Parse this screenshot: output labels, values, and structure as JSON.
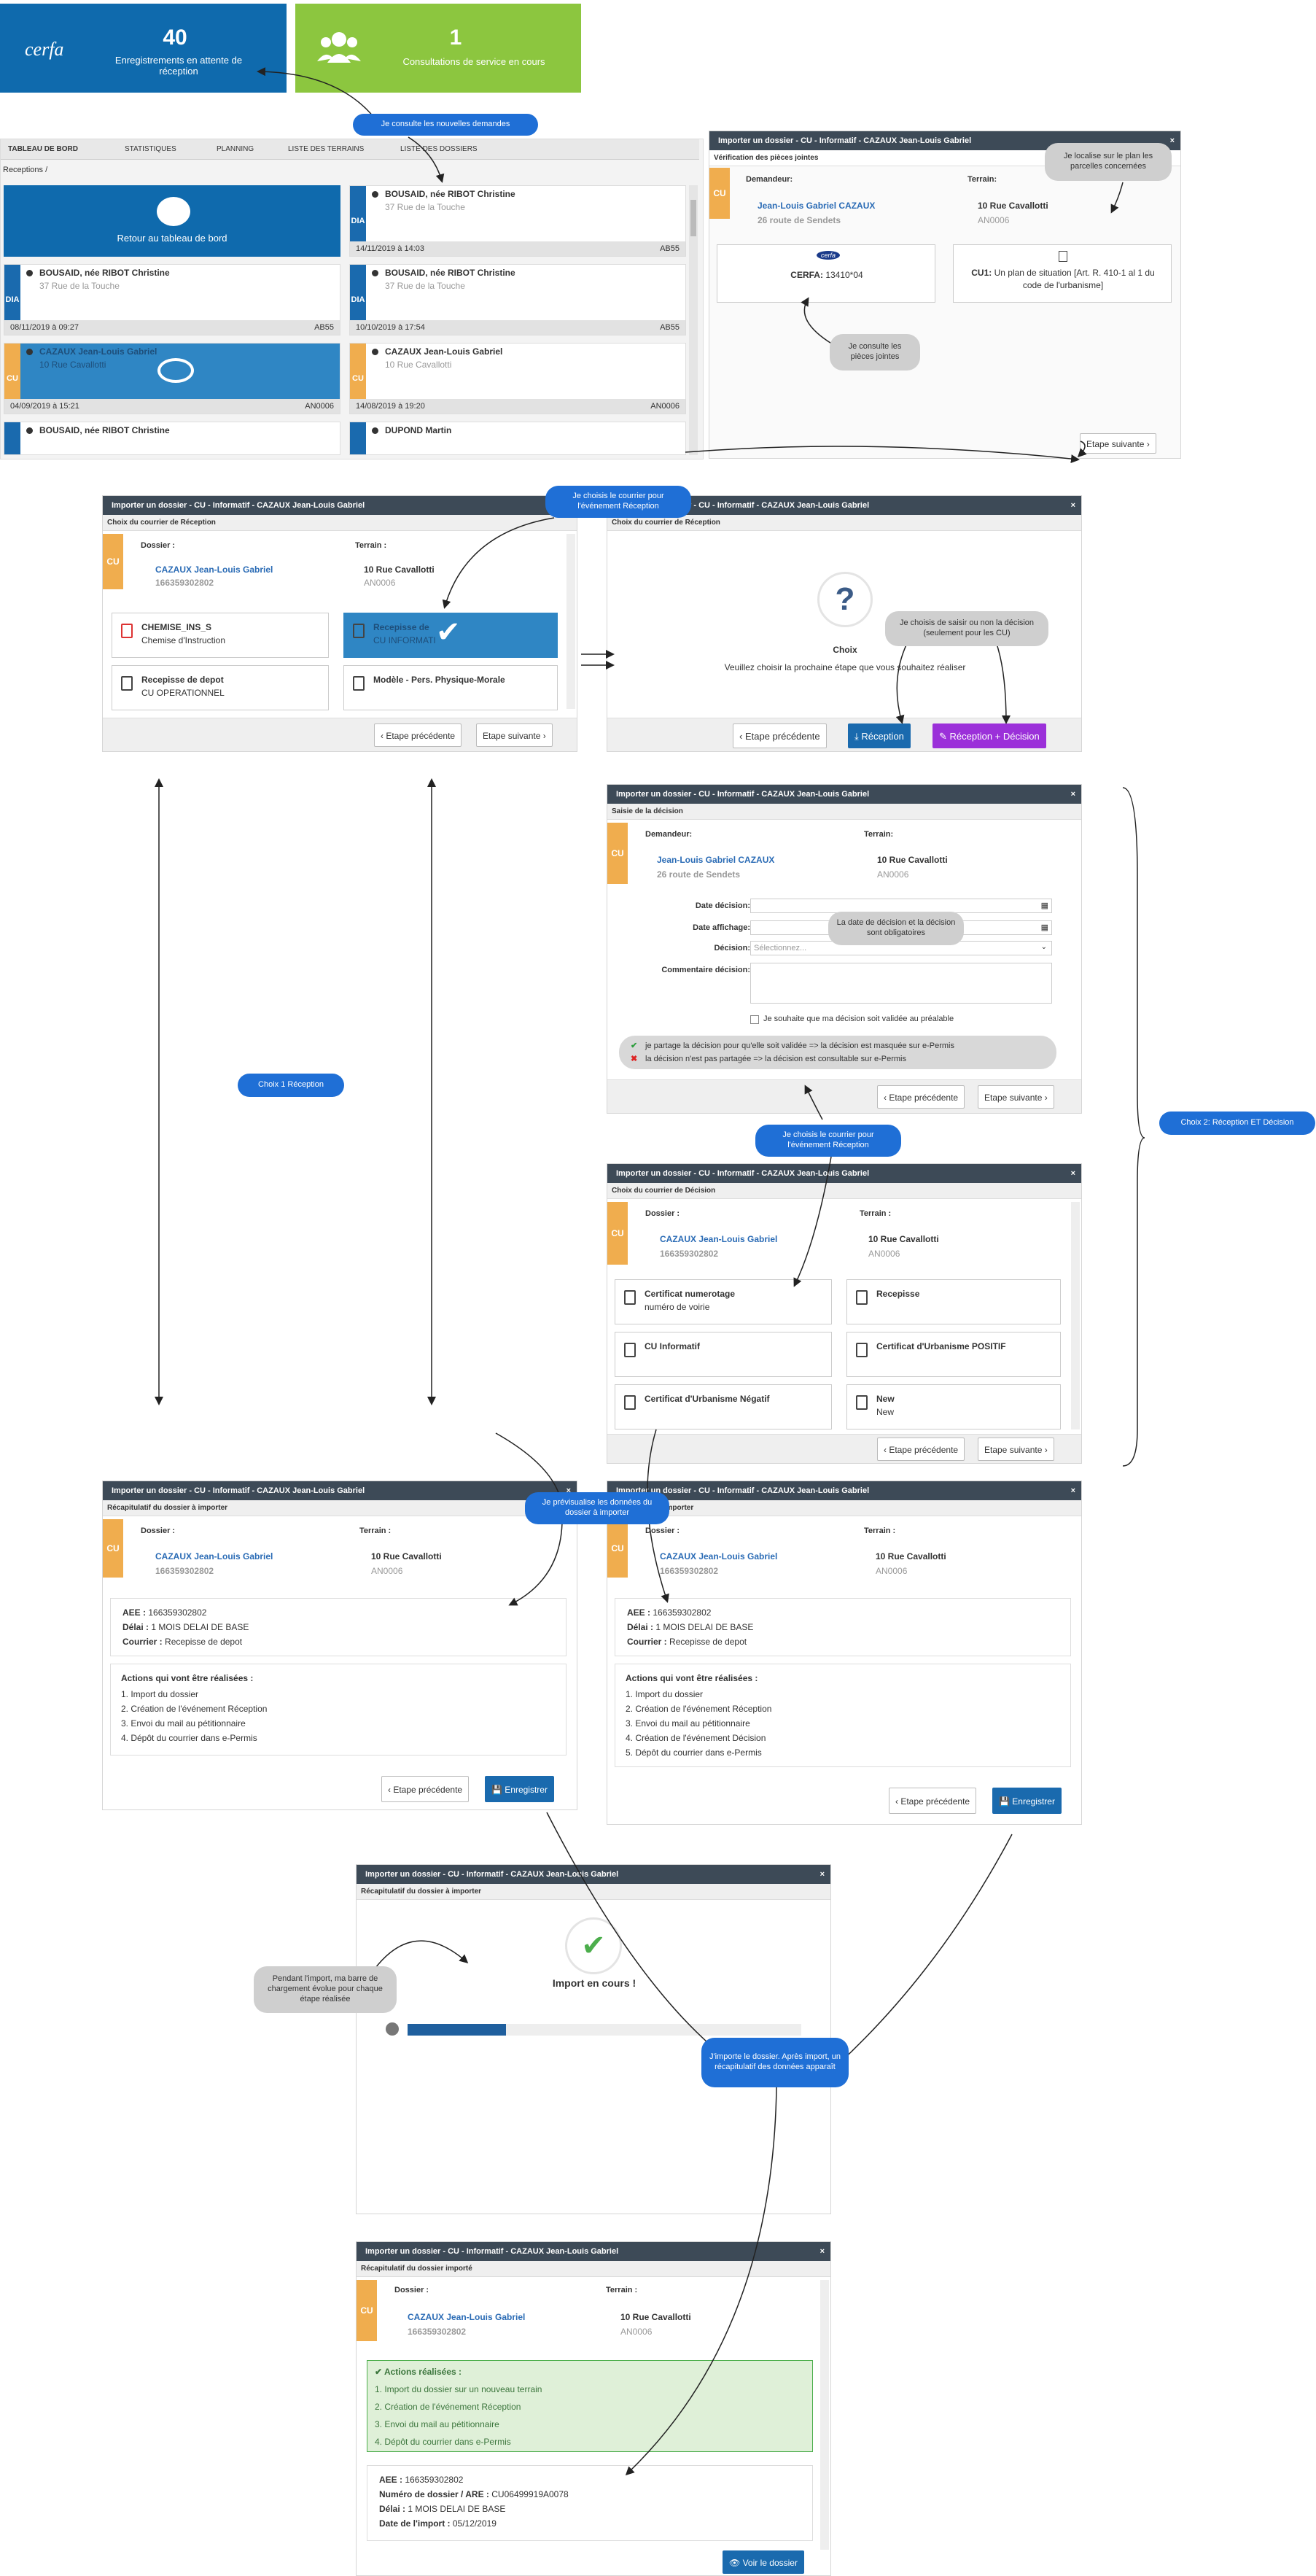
{
  "tiles": [
    {
      "logo": "cerfa",
      "num": "40",
      "label": "Enregistrements en attente de réception",
      "color": "#0f6aad"
    },
    {
      "icon": "users-icon",
      "num": "1",
      "label": "Consultations de service en cours",
      "color": "#8cc63f"
    }
  ],
  "bubbles": {
    "b1": "Je consulte les nouvelles demandes",
    "b2": "Je localise sur le plan les parcelles concernées",
    "b3": "Je consulte les pièces jointes",
    "b4": "Je choisis le courrier pour l'événement Réception",
    "b5": "Je choisis de saisir ou non la décision (seulement pour les CU)",
    "b6": "La date de décision et la décision sont obligatoires",
    "b7": "Je choisis le courrier pour l'événement Réception",
    "b8": "Choix 1 Réception",
    "b9": "Choix 2: Réception ET Décision",
    "b10": "Je prévisualise les données du dossier à importer",
    "b11": "Pendant l'import, ma barre de chargement évolue pour chaque étape réalisée",
    "b12": "J'importe le dossier. Après import, un récapitulatif des données apparaît"
  },
  "dashboard": {
    "tabs": [
      "TABLEAU DE BORD",
      "STATISTIQUES",
      "PLANNING",
      "LISTE DES TERRAINS",
      "LISTE DES DOSSIERS"
    ],
    "breadcrumb": "Receptions /",
    "back_label": "Retour au tableau de bord",
    "items": [
      {
        "tag": "DIA",
        "name": "BOUSAID, née RIBOT Christine",
        "addr": "37 Rue de la Touche",
        "date": "14/11/2019 à 14:03",
        "ref": "AB55"
      },
      {
        "tag": "DIA",
        "name": "BOUSAID, née RIBOT Christine",
        "addr": "37 Rue de la Touche",
        "date": "08/11/2019 à 09:27",
        "ref": "AB55"
      },
      {
        "tag": "DIA",
        "name": "BOUSAID, née RIBOT Christine",
        "addr": "37 Rue de la Touche",
        "date": "10/10/2019 à 17:54",
        "ref": "AB55"
      },
      {
        "tag": "CU",
        "name": "CAZAUX Jean-Louis Gabriel",
        "addr": "10 Rue Cavallotti",
        "date": "04/09/2019 à 15:21",
        "ref": "AN0006"
      },
      {
        "tag": "CU",
        "name": "CAZAUX Jean-Louis Gabriel",
        "addr": "10 Rue Cavallotti",
        "date": "14/08/2019 à 19:20",
        "ref": "AN0006"
      },
      {
        "tag": "",
        "name": "BOUSAID, née RIBOT Christine",
        "addr": "",
        "date": "",
        "ref": ""
      },
      {
        "tag": "",
        "name": "DUPOND Martin",
        "addr": "",
        "date": "",
        "ref": ""
      }
    ]
  },
  "modal_title": "Importer un dossier - CU - Informatif - CAZAUX Jean-Louis Gabriel",
  "m1": {
    "sub": "Vérification des pièces jointes",
    "demandeur_label": "Demandeur:",
    "demandeur": "Jean-Louis Gabriel CAZAUX",
    "demandeur_addr": "26 route de Sendets",
    "terrain_label": "Terrain:",
    "terrain": "10 Rue Cavallotti",
    "terrain_ref": "AN0006",
    "cerfa_logo": "cerfa",
    "cerfa": "CERFA:",
    "cerfa_num": "13410*04",
    "cu1": "CU1:",
    "cu1_text": "Un plan de situation [Art. R. 410-1 al 1 du code de l'urbanisme]",
    "next": "Etape suivante"
  },
  "m2": {
    "sub": "Choix du courrier de Réception",
    "dossier_label": "Dossier :",
    "dossier": "CAZAUX Jean-Louis Gabriel",
    "dossier_num": "166359302802",
    "terrain_label": "Terrain :",
    "terrain": "10 Rue Cavallotti",
    "terrain_ref": "AN0006",
    "cards": [
      {
        "t": "CHEMISE_INS_S",
        "s": "Chemise d'Instruction"
      },
      {
        "t": "Recepisse de",
        "s": "CU INFORMATI"
      },
      {
        "t": "Recepisse de depot",
        "s": "CU OPERATIONNEL"
      },
      {
        "t": "Modèle - Pers. Physique-Morale",
        "s": ""
      }
    ],
    "prev": "Etape précédente",
    "next": "Etape suivante"
  },
  "m3": {
    "sub": "Choix du courrier de Réception",
    "choix_title": "Choix",
    "choix_text": "Veuillez choisir la prochaine étape que vous souhaitez réaliser",
    "prev": "Etape précédente",
    "reception": "Réception",
    "reception_decision": "Réception + Décision"
  },
  "m4": {
    "sub": "Saisie de la décision",
    "demandeur_label": "Demandeur:",
    "demandeur": "Jean-Louis Gabriel CAZAUX",
    "demandeur_addr": "26 route de Sendets",
    "terrain_label": "Terrain:",
    "terrain": "10 Rue Cavallotti",
    "terrain_ref": "AN0006",
    "date_decision": "Date décision:",
    "date_affichage": "Date affichage:",
    "decision": "Décision:",
    "decision_placeholder": "Sélectionnez...",
    "commentaire": "Commentaire décision:",
    "checkbox": "Je souhaite que ma décision soit validée au préalable",
    "info1": "je partage la décision pour qu'elle soit validée => la décision est masquée sur e-Permis",
    "info2": "la décision n'est pas partagée => la décision est consultable sur e-Permis",
    "prev": "Etape précédente",
    "next": "Etape suivante"
  },
  "m5": {
    "sub": "Choix du courrier de Décision",
    "dossier_label": "Dossier :",
    "dossier": "CAZAUX Jean-Louis Gabriel",
    "dossier_num": "166359302802",
    "terrain_label": "Terrain :",
    "terrain": "10 Rue Cavallotti",
    "terrain_ref": "AN0006",
    "cards": [
      {
        "t": "Certificat numerotage",
        "s": "numéro de voirie"
      },
      {
        "t": "Recepisse",
        "s": ""
      },
      {
        "t": "CU Informatif",
        "s": ""
      },
      {
        "t": "Certificat d'Urbanisme POSITIF",
        "s": ""
      },
      {
        "t": "Certificat d'Urbanisme Négatif",
        "s": ""
      },
      {
        "t": "New",
        "s": "New"
      }
    ],
    "prev": "Etape précédente",
    "next": "Etape suivante"
  },
  "m6": {
    "sub": "Récapitulatif du dossier à importer",
    "dossier_label": "Dossier :",
    "dossier": "CAZAUX Jean-Louis Gabriel",
    "dossier_num": "166359302802",
    "terrain_label": "Terrain :",
    "terrain": "10 Rue Cavallotti",
    "terrain_ref": "AN0006",
    "aee": "AEE :",
    "aee_v": "166359302802",
    "delai": "Délai :",
    "delai_v": "1 MOIS DELAI DE BASE",
    "courrier": "Courrier :",
    "courrier_v": "Recepisse de depot",
    "actions_title": "Actions qui vont être réalisées :",
    "actions": [
      "1. Import du dossier",
      "2. Création de l'événement Réception",
      "3. Envoi du mail au pétitionnaire",
      "4. Dépôt du courrier dans e-Permis"
    ],
    "prev": "Etape précédente",
    "save": "Enregistrer"
  },
  "m7": {
    "sub": "du dossier à importer",
    "dossier_label": "Dossier :",
    "dossier": "CAZAUX Jean-Louis Gabriel",
    "dossier_num": "166359302802",
    "terrain_label": "Terrain :",
    "terrain": "10 Rue Cavallotti",
    "terrain_ref": "AN0006",
    "aee": "AEE :",
    "aee_v": "166359302802",
    "delai": "Délai :",
    "delai_v": "1 MOIS DELAI DE BASE",
    "courrier": "Courrier :",
    "courrier_v": "Recepisse de depot",
    "actions_title": "Actions qui vont être réalisées :",
    "actions": [
      "1. Import du dossier",
      "2. Création de l'événement Réception",
      "3. Envoi du mail au pétitionnaire",
      "4. Création de l'événement Décision",
      "5. Dépôt du courrier dans e-Permis"
    ],
    "prev": "Etape précédente",
    "save": "Enregistrer"
  },
  "m8": {
    "sub": "Récapitulatif du dossier à importer",
    "status": "Import en cours !",
    "progress": 0.25
  },
  "m9": {
    "sub": "Récapitulatif du dossier importé",
    "dossier_label": "Dossier :",
    "dossier": "CAZAUX Jean-Louis Gabriel",
    "dossier_num": "166359302802",
    "terrain_label": "Terrain :",
    "terrain": "10 Rue Cavallotti",
    "terrain_ref": "AN0006",
    "done_title": "Actions réalisées :",
    "done": [
      "1. Import du dossier sur un nouveau terrain",
      "2. Création de l'événement Réception",
      "3. Envoi du mail au pétitionnaire",
      "4. Dépôt du courrier dans e-Permis"
    ],
    "aee": "AEE :",
    "aee_v": "166359302802",
    "numero": "Numéro de dossier / ARE :",
    "numero_v": "CU06499919A0078",
    "delai": "Délai :",
    "delai_v": "1 MOIS DELAI DE BASE",
    "date": "Date de l'import :",
    "date_v": "05/12/2019",
    "voir": "Voir le dossier"
  }
}
